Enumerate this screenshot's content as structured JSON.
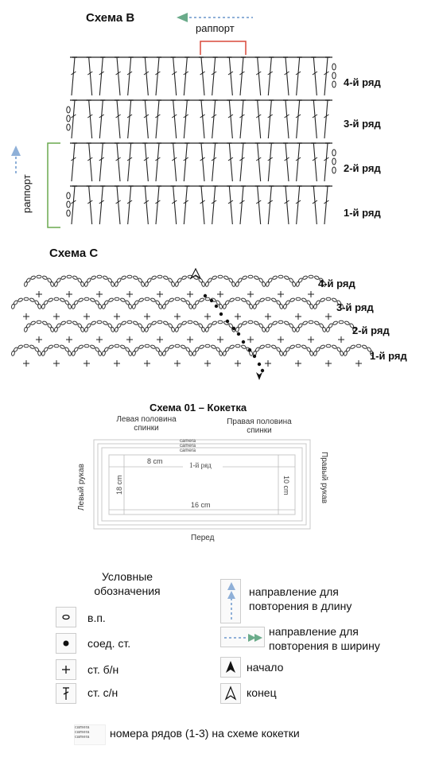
{
  "scheme_b": {
    "title": "Схема B",
    "rapport_top": "раппорт",
    "rapport_side": "раппорт",
    "rows": [
      "4-й ряд",
      "3-й ряд",
      "2-й ряд",
      "1-й ряд"
    ]
  },
  "scheme_c": {
    "title": "Схема C",
    "rows": [
      "4-й ряд",
      "3-й ряд",
      "2-й ряд",
      "1-й ряд"
    ]
  },
  "scheme_01": {
    "title": "Схема 01 – Кокетка",
    "left_half": "Левая половина спинки",
    "right_half": "Правая половина спинки",
    "left_sleeve": "Левый рукав",
    "right_sleeve": "Правый рукав",
    "front": "Перед",
    "first_row": "1-й ряд",
    "dim_top": "8 cm",
    "dim_bottom": "16 cm",
    "dim_left": "18 cm",
    "dim_right": "10 cm",
    "row_mark": "camera"
  },
  "legend": {
    "title_line1": "Условные",
    "title_line2": "обозначения",
    "items": [
      {
        "label": "в.п.",
        "icon": "chain-stitch-icon"
      },
      {
        "label": "соед. ст.",
        "icon": "slip-stitch-icon"
      },
      {
        "label": "ст. б/н",
        "icon": "single-crochet-icon"
      },
      {
        "label": "ст. с/н",
        "icon": "double-crochet-icon"
      }
    ],
    "dir_length_line1": "направление для",
    "dir_length_line2": "повторения в длину",
    "dir_width_line1": "направление для",
    "dir_width_line2": "повторения в ширину",
    "start": "начало",
    "end": "конец",
    "row_numbers": "номера рядов (1-3) на схеме кокетки"
  },
  "colors": {
    "green_arrow": "#6aab8a",
    "blue_arrow": "#8fb0d8",
    "red_bracket": "#d9483a",
    "green_bracket": "#6aa84f"
  }
}
